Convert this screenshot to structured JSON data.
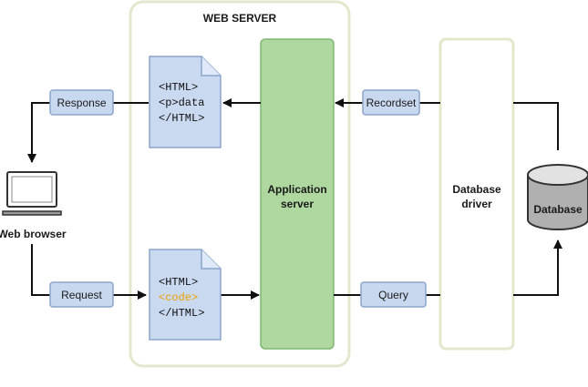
{
  "web_server": {
    "title": "WEB SERVER"
  },
  "application_server": {
    "line1": "Application",
    "line2": "server"
  },
  "database_driver": {
    "line1": "Database",
    "line2": "driver"
  },
  "database": {
    "label": "Database",
    "icon": "database-cylinder-icon"
  },
  "web_browser": {
    "label": "Web browser",
    "icon": "laptop-icon"
  },
  "response_doc": {
    "lines": [
      "<HTML>",
      "<p>data",
      "</HTML>"
    ]
  },
  "request_doc": {
    "lines": [
      "<HTML>",
      "<code>",
      "</HTML>"
    ]
  },
  "labels": {
    "response": "Response",
    "request": "Request",
    "recordset": "Recordset",
    "query": "Query"
  },
  "colors": {
    "label_box_fill": "#c8d8ee",
    "label_box_stroke": "#8ba5cc",
    "doc_fill": "#c9d9f0",
    "app_server_fill": "#aed8a0",
    "app_server_stroke": "#7eb870",
    "server_frame_stroke": "#e6e6cf",
    "driver_frame_stroke": "#e3e8cc",
    "code_accent": "#f0a000",
    "arrow": "#111111"
  }
}
